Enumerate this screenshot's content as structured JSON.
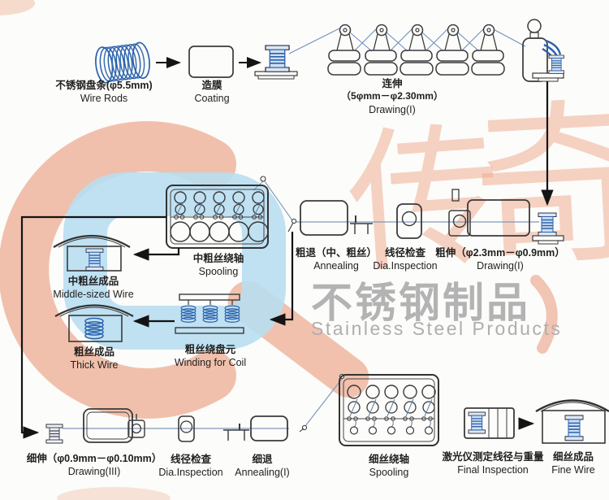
{
  "watermark": {
    "char_left": "传",
    "char_right": "奇",
    "brand_zh": "不锈钢制品",
    "brand_en": "Stainless Steel Products"
  },
  "stages": {
    "wire_rods": {
      "zh": "不锈钢盘条(φ5.5mm)",
      "en": "Wire Rods"
    },
    "coating": {
      "zh": "造膜",
      "en": "Coating"
    },
    "drawing1": {
      "zh": "连伸",
      "spec": "（5φmm－φ2.30mm）",
      "en": "Drawing(I)"
    },
    "spooling_mid": {
      "zh": "中粗丝绕轴",
      "en": "Spooling"
    },
    "annealing_mid": {
      "zh": "粗退（中、粗丝）",
      "en": "Annealing"
    },
    "dia_inspection_mid": {
      "zh": "线径检查",
      "en": "Dia.Inspection"
    },
    "drawing2": {
      "zh": "粗伸（φ2.3mm－φ0.9mm）",
      "en": "Drawing(I)"
    },
    "middle_sized_wire": {
      "zh": "中粗丝成品",
      "en": "Middle-sized Wire"
    },
    "winding_for_coil": {
      "zh": "粗丝绕盘元",
      "en": "Winding for Coil"
    },
    "thick_wire": {
      "zh": "粗丝成品",
      "en": "Thick Wire"
    },
    "drawing3": {
      "zh": "细伸（φ0.9mm－φ0.10mm）",
      "en": "Drawing(III)"
    },
    "dia_inspection_fine": {
      "zh": "线径检查",
      "en": "Dia.Inspection"
    },
    "annealing_fine": {
      "zh": "细退",
      "en": "Annealing(I)"
    },
    "spooling_fine": {
      "zh": "细丝绕轴",
      "en": "Spooling"
    },
    "final_inspection": {
      "zh": "激光仪测定线径与重量",
      "en": "Final Inspection"
    },
    "fine_wire": {
      "zh": "细丝成品",
      "en": "Fine Wire"
    }
  },
  "colors": {
    "wire_blue": "#2b61ad",
    "watermark_salmon": "#eeb29b",
    "watermark_blue": "#b8def1",
    "watermark_gray": "#b3b3b3",
    "line": "#3a3a3a"
  }
}
